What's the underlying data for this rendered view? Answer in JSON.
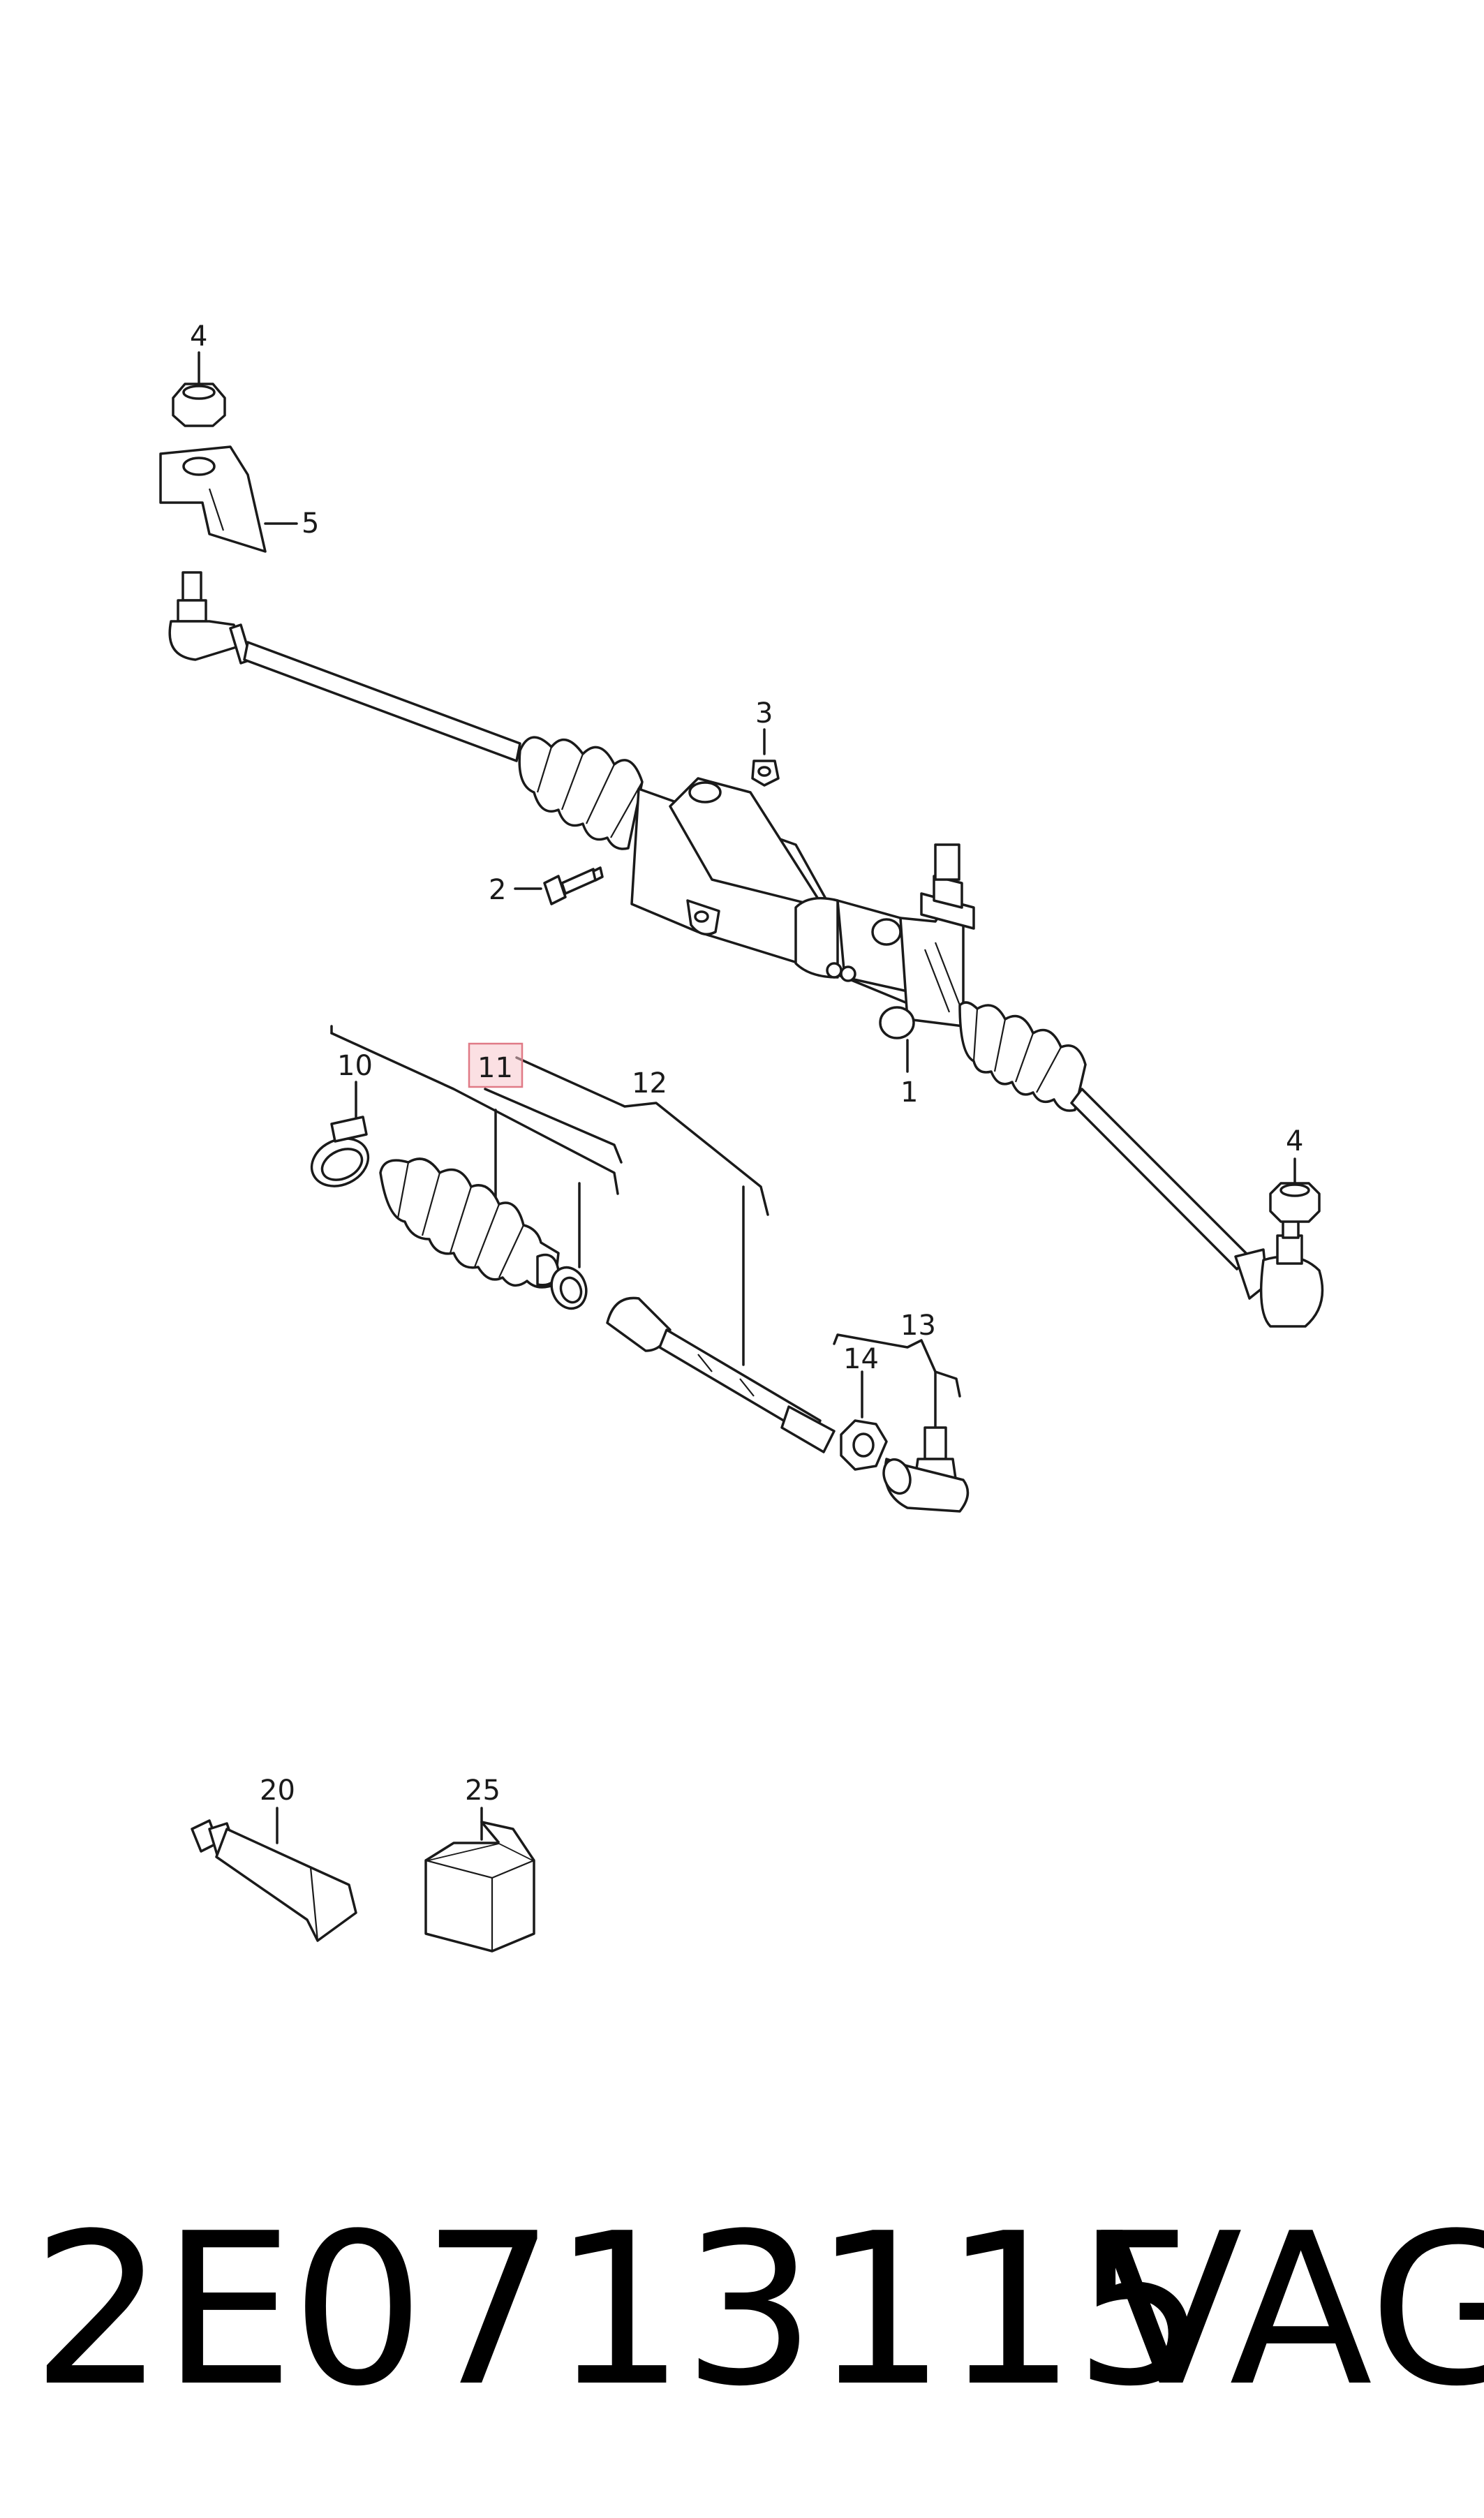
{
  "callouts": {
    "c1": "1",
    "c2": "2",
    "c3": "3",
    "c4a": "4",
    "c4b": "4",
    "c5": "5",
    "c10": "10",
    "c11": "11",
    "c12": "12",
    "c13": "13",
    "c14": "14",
    "c20": "20",
    "c25": "25"
  },
  "highlight_color": "#f2a0a8",
  "footer": {
    "part_number": "2E0713115",
    "brand": "VAG"
  }
}
